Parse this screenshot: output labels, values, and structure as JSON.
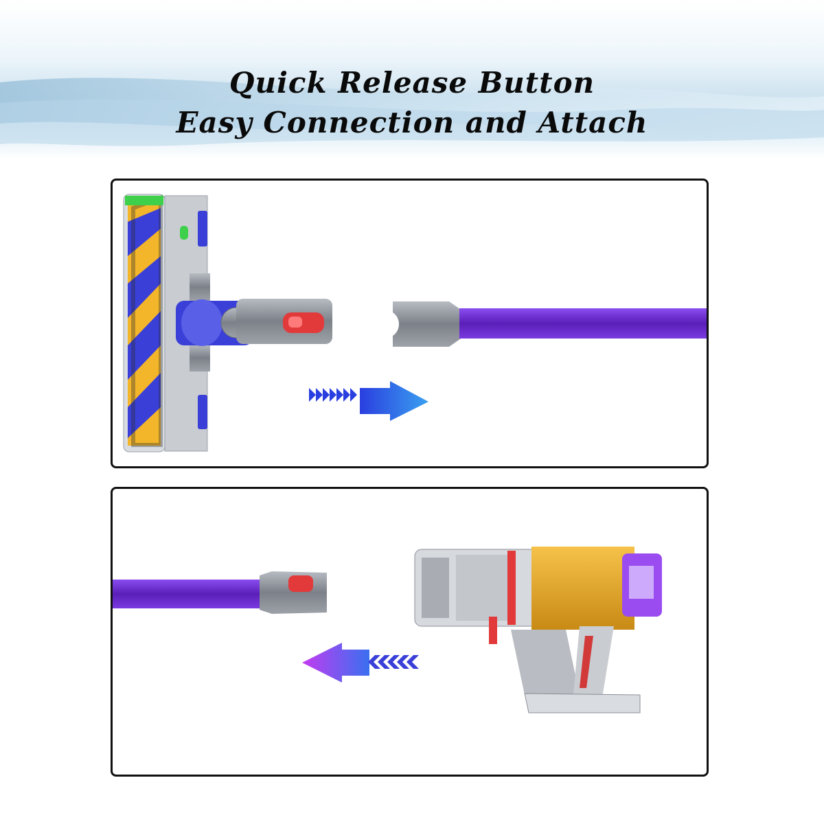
{
  "header": {
    "title_line_1": "Quick Release Button",
    "title_line_2": "Easy Connection and Attach"
  },
  "colors": {
    "wand_purple": "#6a2bd0",
    "brush_yellow": "#f3b52a",
    "brush_blue": "#3a3fd8",
    "release_red": "#e23a3a",
    "arrow_blue": "#2f6ff0",
    "arrow_magenta": "#c33cf0",
    "metal_gray": "#8a8e95"
  },
  "panels": [
    {
      "name": "floor-head-to-wand",
      "arrow_direction": "right"
    },
    {
      "name": "wand-to-handheld",
      "arrow_direction": "left"
    }
  ]
}
